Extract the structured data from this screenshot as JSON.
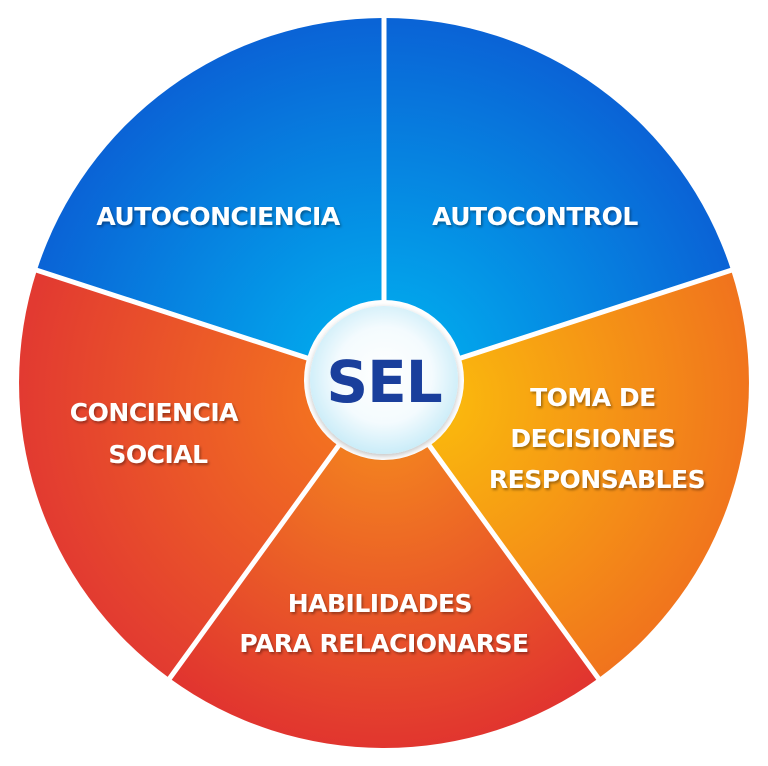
{
  "center": {
    "label": "SEL",
    "text_color": "#1a3f9c"
  },
  "segments": [
    {
      "key": "autoconciencia",
      "lines": [
        "AUTOCONCIENCIA"
      ],
      "colors": [
        "#00b6f1",
        "#0a63d6"
      ]
    },
    {
      "key": "autocontrol",
      "lines": [
        "AUTOCONTROL"
      ],
      "colors": [
        "#00b6f1",
        "#0a63d6"
      ]
    },
    {
      "key": "toma-de-decisiones",
      "lines": [
        "TOMA DE",
        "DECISIONES",
        "RESPONSABLES"
      ],
      "colors": [
        "#fbbd0c",
        "#f0701e"
      ]
    },
    {
      "key": "habilidades",
      "lines": [
        "HABILIDADES",
        "PARA RELACIONARSE"
      ],
      "colors": [
        "#f58a1e",
        "#e1352f"
      ]
    },
    {
      "key": "conciencia-social",
      "lines": [
        "CONCIENCIA",
        "SOCIAL"
      ],
      "colors": [
        "#f5791e",
        "#e23a31"
      ]
    }
  ]
}
